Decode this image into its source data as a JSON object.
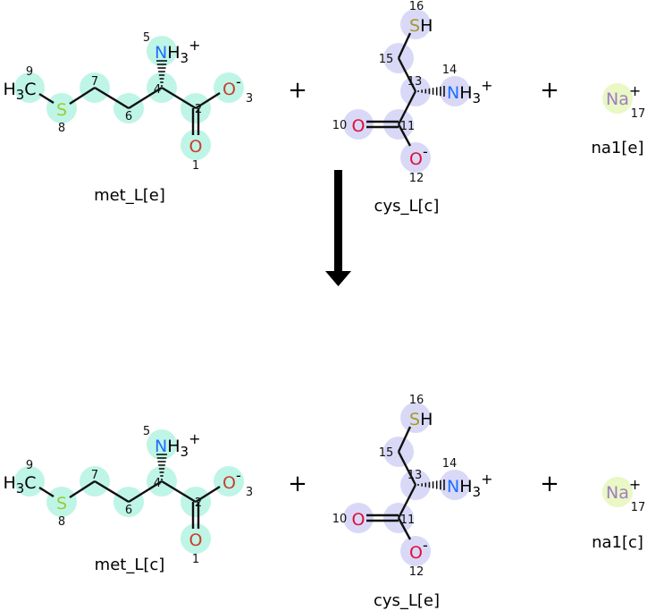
{
  "plus_sign": "+",
  "colors": {
    "met_highlight": "#bff5e6",
    "cys_highlight": "#d9d9f7",
    "na_highlight": "#e9f8c4",
    "sulfur_met": "#99cc33",
    "sulfur_cys": "#a39a2a",
    "nitrogen": "#1e6fff",
    "oxygen_met": "#c8402c",
    "oxygen_cys": "#e0103a",
    "sodium": "#a07cc4"
  },
  "met": {
    "carbon9": {
      "num": "9",
      "label": "H",
      "sub": "3",
      "tail": "C"
    },
    "sulfur8": {
      "num": "8",
      "label": "S"
    },
    "c7": {
      "num": "7"
    },
    "c6": {
      "num": "6"
    },
    "c4": {
      "num": "4"
    },
    "c2": {
      "num": "2"
    },
    "nitrogen5": {
      "num": "5",
      "label": "N",
      "h": "H",
      "sub": "3",
      "charge": "+"
    },
    "oxygen3": {
      "num": "3",
      "label": "O",
      "charge": "-"
    },
    "oxygen1": {
      "num": "1",
      "label": "O"
    }
  },
  "cys": {
    "sulfur16": {
      "num": "16",
      "label": "S",
      "h": "H"
    },
    "c15": {
      "num": "15"
    },
    "c13": {
      "num": "13"
    },
    "c11": {
      "num": "11"
    },
    "nitrogen14": {
      "num": "14",
      "label": "N",
      "h": "H",
      "sub": "3",
      "charge": "+"
    },
    "oxygen10": {
      "num": "10",
      "label": "O"
    },
    "oxygen12": {
      "num": "12",
      "label": "O",
      "charge": "-"
    }
  },
  "na": {
    "num": "17",
    "label": "Na",
    "charge": "+"
  },
  "reactants": {
    "met": "met_L[e]",
    "cys": "cys_L[c]",
    "na": "na1[e]"
  },
  "products": {
    "met": "met_L[c]",
    "cys": "cys_L[e]",
    "na": "na1[c]"
  }
}
